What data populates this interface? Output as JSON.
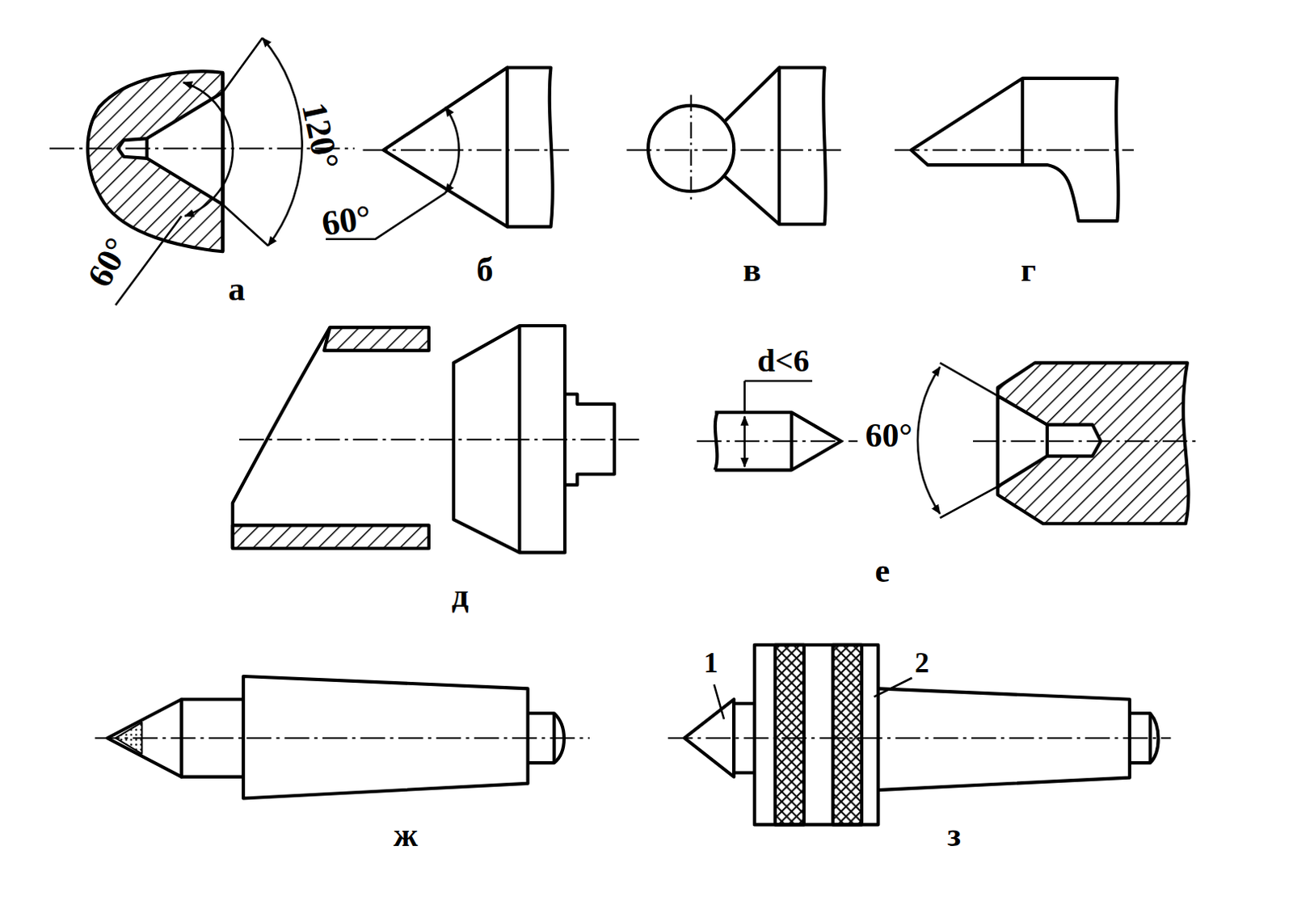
{
  "diagram": {
    "labels": [
      "120°",
      "60°",
      "а",
      "60°",
      "б",
      "в",
      "г",
      "д",
      "d<6",
      "60°",
      "е",
      "ж",
      "1",
      "2",
      "з"
    ]
  }
}
